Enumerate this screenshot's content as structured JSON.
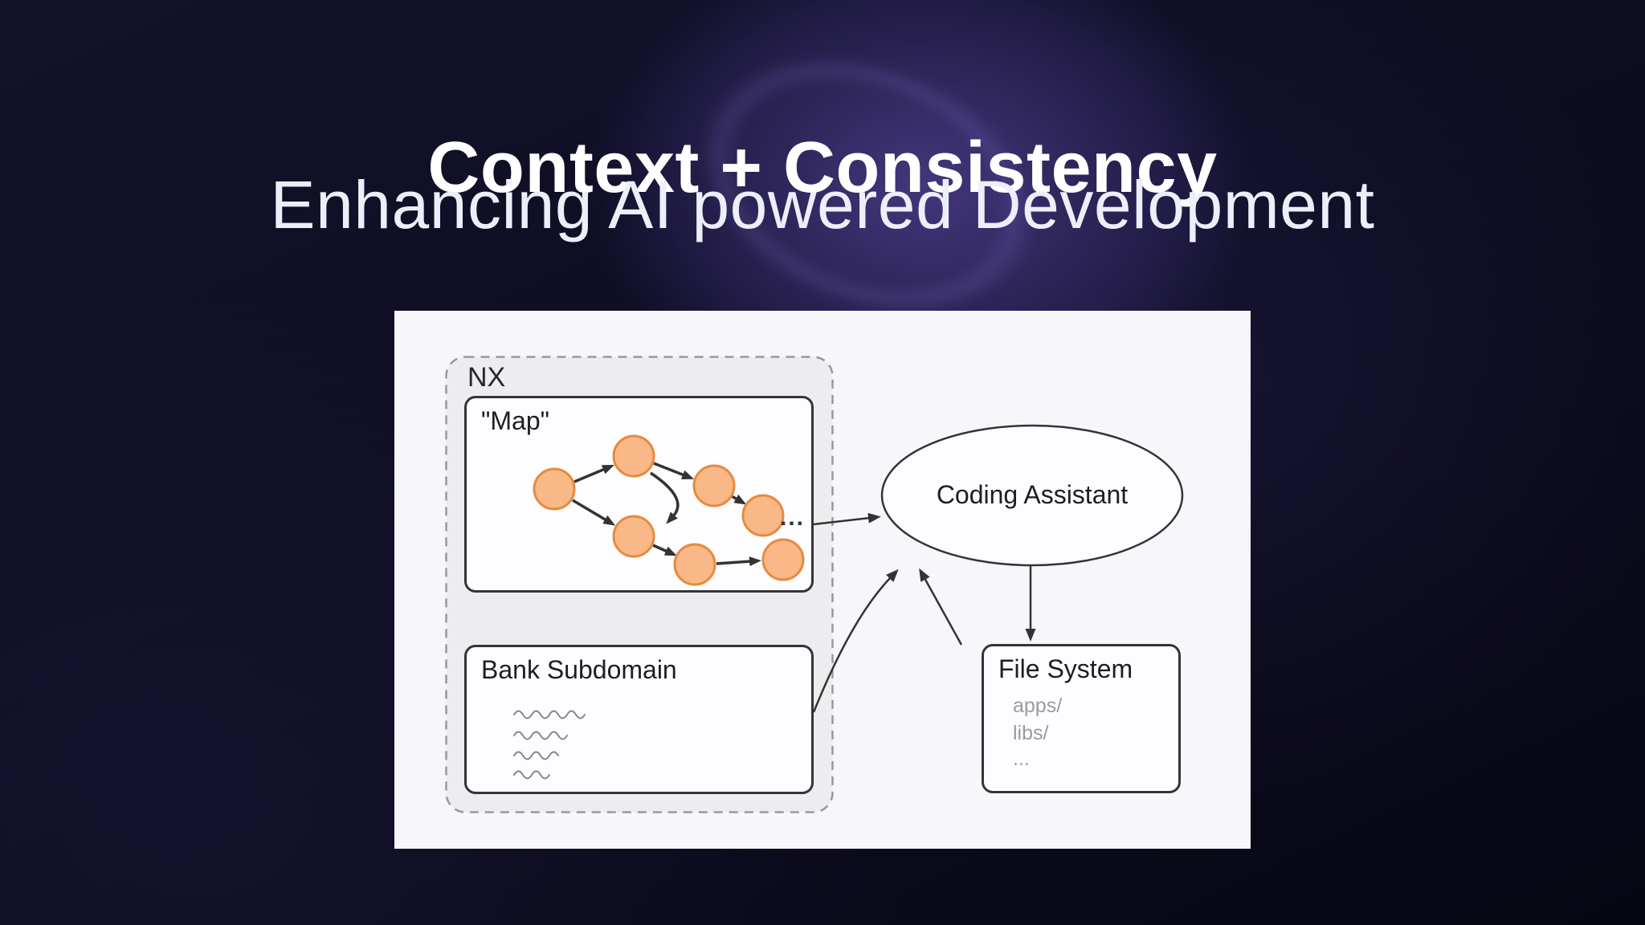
{
  "slide": {
    "title": "Context + Consistency",
    "subtitle": "Enhancing AI powered Development"
  },
  "diagram": {
    "nx": {
      "label": "NX"
    },
    "map": {
      "label": "\"Map\"",
      "ellipsis": "...",
      "graph": {
        "node_count": 7,
        "edges": [
          [
            1,
            2
          ],
          [
            1,
            5
          ],
          [
            2,
            3
          ],
          [
            2,
            5
          ],
          [
            3,
            4
          ],
          [
            5,
            6
          ],
          [
            6,
            7
          ]
        ]
      }
    },
    "bank": {
      "label": "Bank Subdomain",
      "squiggle_lines": 4
    },
    "assistant": {
      "label": "Coding Assistant"
    },
    "filesystem": {
      "label": "File System",
      "items": [
        "apps/",
        "libs/",
        "..."
      ]
    },
    "connections": [
      "map -> assistant",
      "bank -> assistant",
      "filesystem -> assistant",
      "assistant -> filesystem"
    ],
    "colors": {
      "background": "#0e0d22",
      "glow": "#5c48a8",
      "panel": "#f7f7fb",
      "nx_fill": "#ededf0",
      "nx_border": "#98989e",
      "box_border": "#33333c",
      "node_fill": "#f8b888",
      "node_stroke": "#e8893d",
      "line": "#333333",
      "muted_text": "#9a9aa2"
    }
  }
}
